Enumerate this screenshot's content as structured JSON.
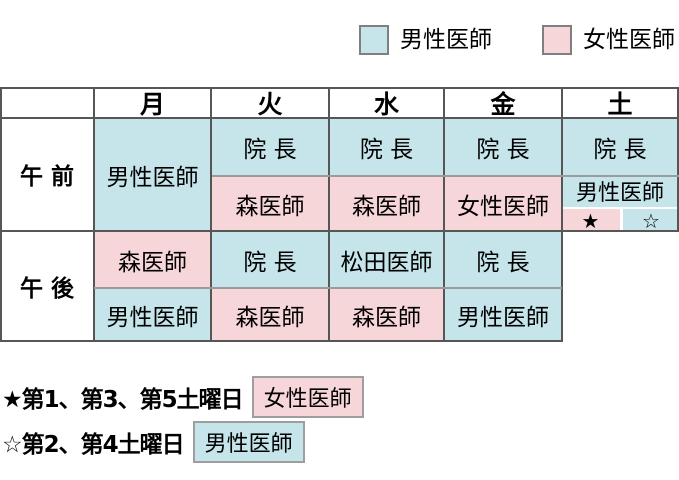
{
  "colors": {
    "male_doctor": "#c5e5ea",
    "female_doctor": "#f7d6da"
  },
  "legend": {
    "male_label": "男性医師",
    "female_label": "女性医師"
  },
  "table": {
    "header": {
      "corner": "",
      "mon": "月",
      "tue": "火",
      "wed": "水",
      "fri": "金",
      "sat": "土"
    },
    "am": {
      "row_label": "午 前",
      "mon": "男性医師",
      "tue_first": "院 長",
      "tue_second": "森医師",
      "wed_first": "院 長",
      "wed_second": "森医師",
      "fri_first": "院 長",
      "fri_second": "女性医師",
      "sat_first": "院 長",
      "sat_second": "男性医師",
      "sat_star_filled": "★",
      "sat_star_open": "☆"
    },
    "pm": {
      "row_label": "午 後",
      "mon_first": "森医師",
      "mon_second": "男性医師",
      "tue_first": "院 長",
      "tue_second": "森医師",
      "wed_first": "松田医師",
      "wed_second": "森医師",
      "fri_first": "院 長",
      "fri_second": "男性医師"
    }
  },
  "notes": {
    "filled_star": {
      "text": "★第1、第3、第5土曜日",
      "badge": "女性医師"
    },
    "open_star": {
      "text": "☆第2、第4土曜日",
      "badge": "男性医師"
    }
  }
}
